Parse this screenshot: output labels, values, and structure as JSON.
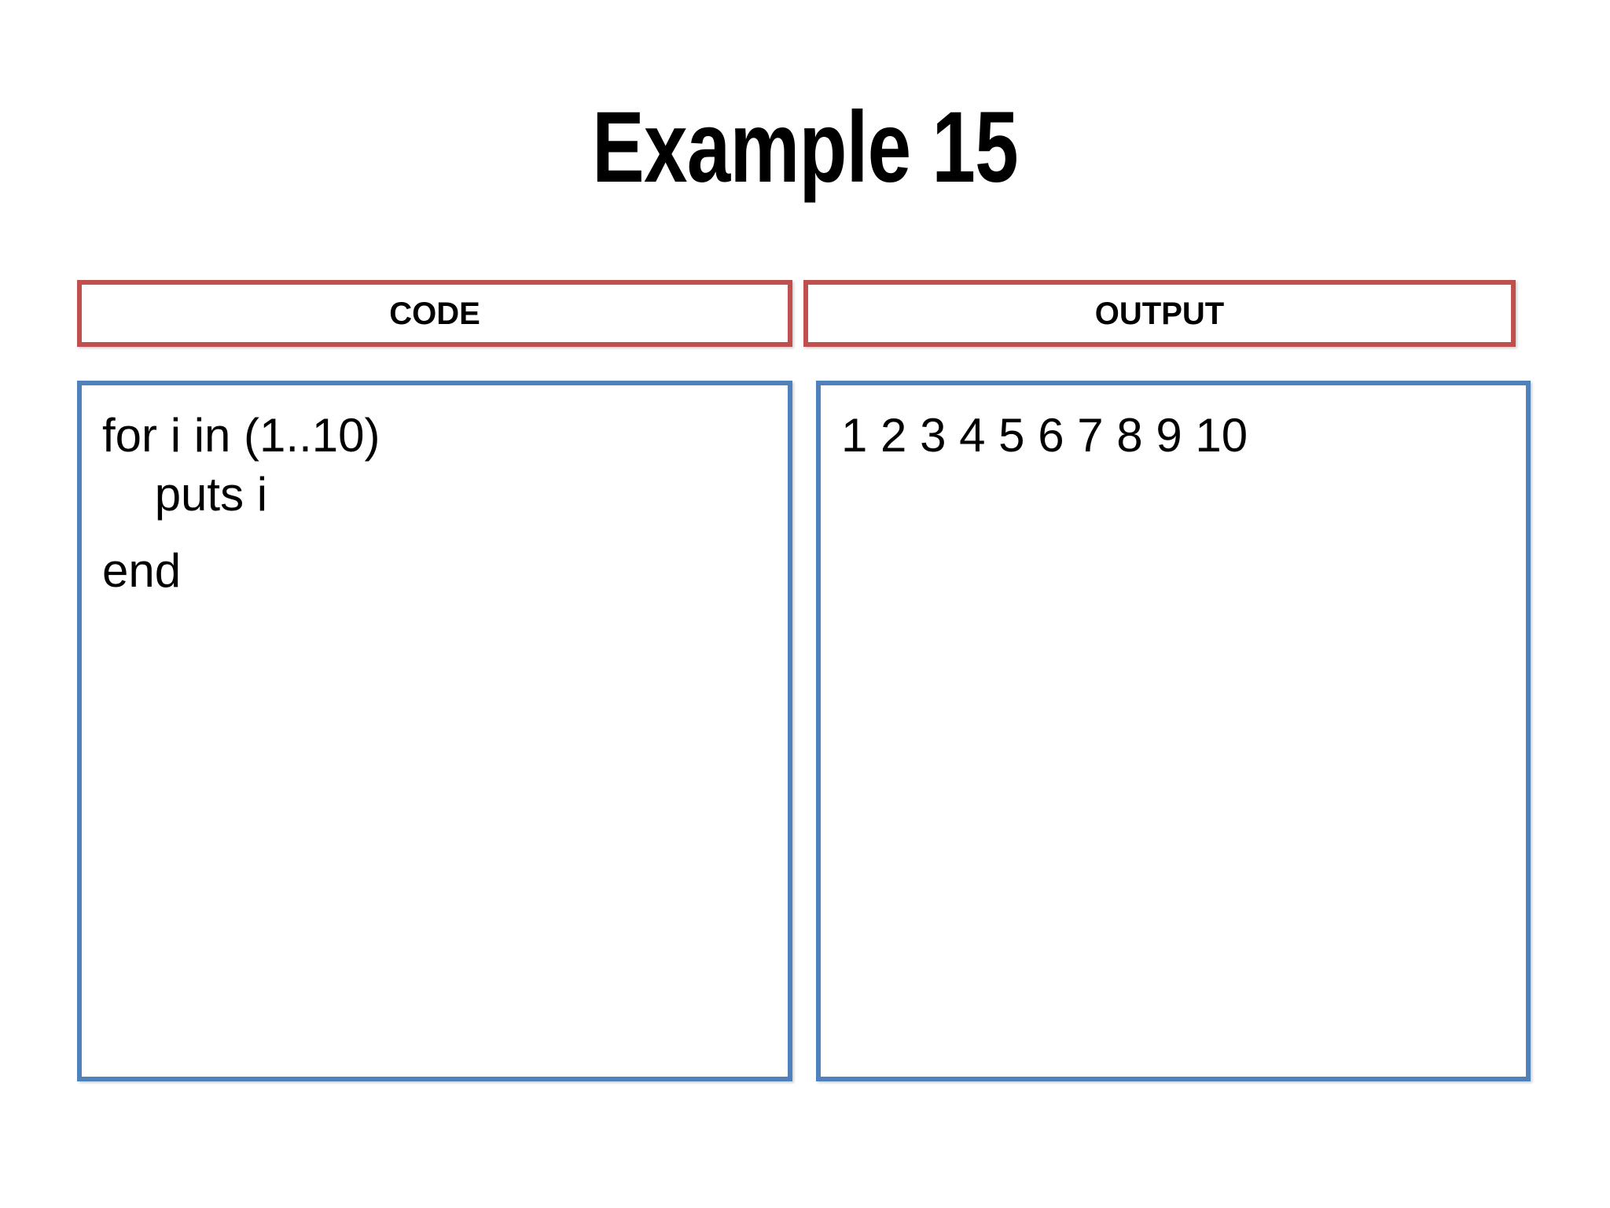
{
  "slide": {
    "title": "Example 15"
  },
  "panels": {
    "code": {
      "header": "CODE",
      "lines": [
        "for i in (1..10)",
        "    puts i",
        "end"
      ]
    },
    "output": {
      "header": "OUTPUT",
      "text": "1 2 3 4 5 6 7 8 9 10"
    }
  },
  "colors": {
    "header_border": "#c0504d",
    "panel_border": "#4f81bd",
    "text": "#000000",
    "background": "#ffffff"
  }
}
